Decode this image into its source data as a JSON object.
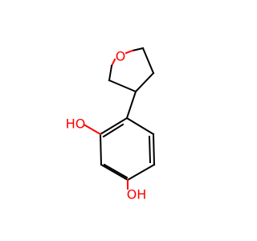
{
  "atoms": {
    "ring_oxygen": "O",
    "hydroxyl_upper": "HO",
    "hydroxyl_lower": "OH"
  },
  "colors": {
    "carbon_bond": "#000000",
    "oxygen": "#ff0000",
    "background": "#ffffff"
  }
}
